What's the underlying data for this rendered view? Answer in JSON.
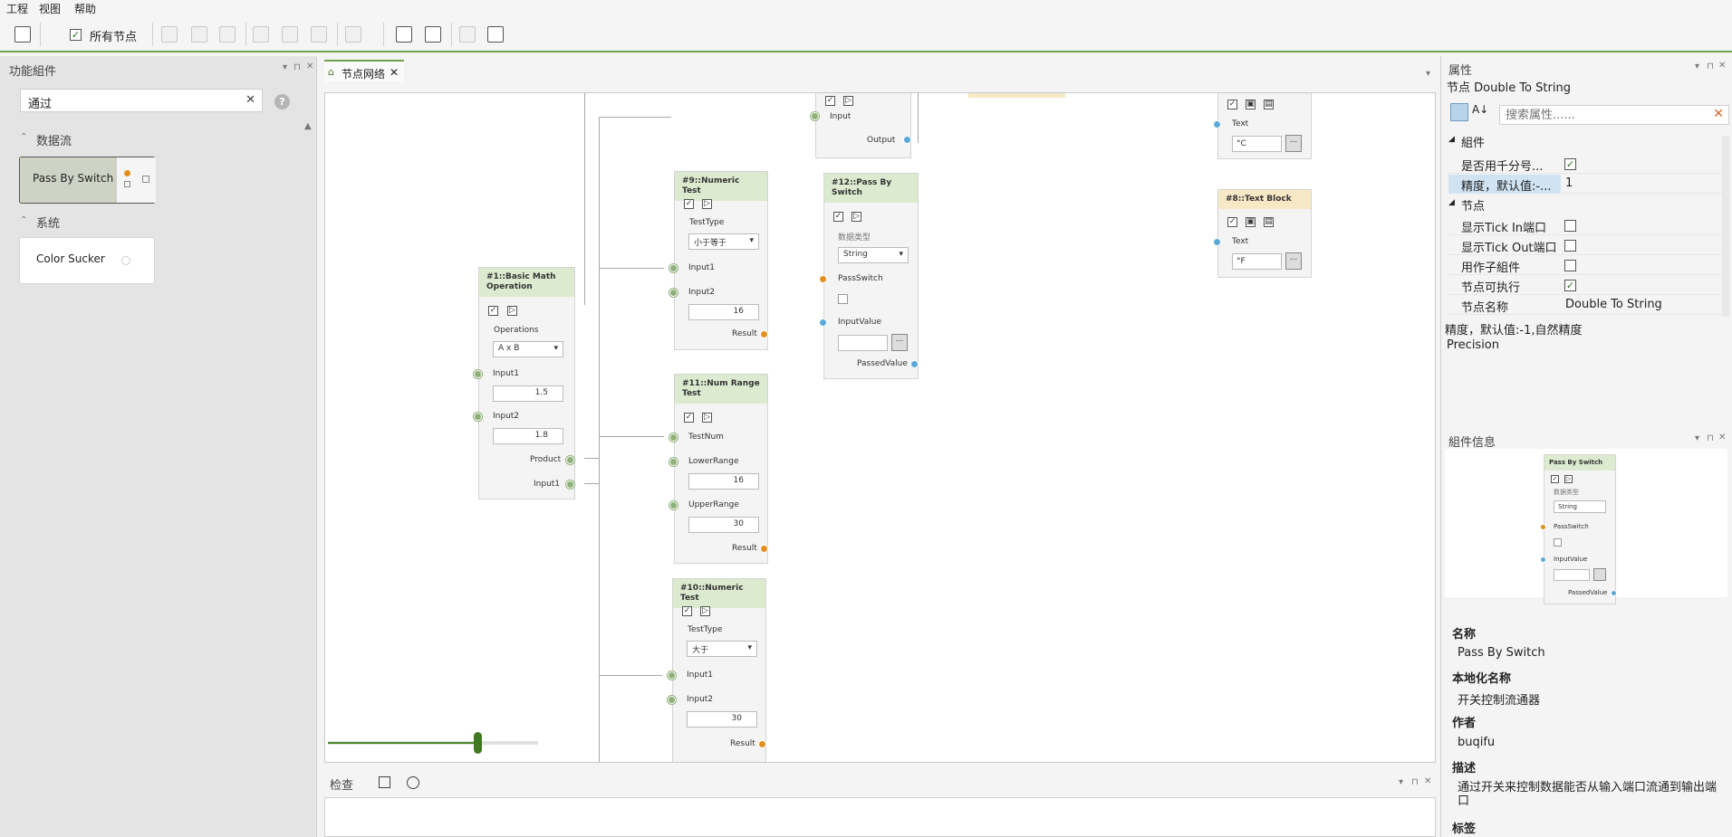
{
  "menubar": {
    "items": [
      "工程",
      "视图",
      "帮助"
    ]
  },
  "toolbar": {
    "all_nodes_label": "所有节点"
  },
  "left_panel": {
    "title": "功能組件",
    "search_value": "通过",
    "categories": [
      {
        "label": "数据流",
        "items": [
          "Pass By Switch"
        ]
      },
      {
        "label": "系统",
        "items": [
          "Color Sucker"
        ]
      }
    ]
  },
  "tab": {
    "label": "节点网络",
    "close": "✕"
  },
  "nodes": {
    "n_top": {
      "input": "Input",
      "output": "Output"
    },
    "n1": {
      "title": "#1::Basic Math Operation",
      "operations": "Operations",
      "op_value": "A x B",
      "input1": "Input1",
      "input1_val": "1.5",
      "input2": "Input2",
      "input2_val": "1.8",
      "product": "Product",
      "input1_out": "Input1"
    },
    "n9": {
      "title": "#9::Numeric Test",
      "testtype": "TestType",
      "type_value": "小于等于",
      "input1": "Input1",
      "input2": "Input2",
      "input2_val": "16",
      "result": "Result"
    },
    "n11": {
      "title": "#11::Num Range Test",
      "testnum": "TestNum",
      "lower": "LowerRange",
      "lower_val": "16",
      "upper": "UpperRange",
      "upper_val": "30",
      "result": "Result"
    },
    "n10": {
      "title": "#10::Numeric Test",
      "testtype": "TestType",
      "type_value": "大于",
      "input1": "Input1",
      "input2": "Input2",
      "input2_val": "30",
      "result": "Result"
    },
    "n12": {
      "title": "#12::Pass By Switch",
      "datatype": "数据类型",
      "type_value": "String",
      "passswitch": "PassSwitch",
      "inputvalue": "InputValue",
      "passed": "PassedValue",
      "dots": "..."
    },
    "n_text_c": {
      "text": "Text",
      "value": "°C",
      "dots": "..."
    },
    "n8": {
      "title": "#8::Text Block",
      "text": "Text",
      "value": "°F",
      "dots": "..."
    }
  },
  "inspect": {
    "title": "检查"
  },
  "properties": {
    "title": "属性",
    "node_label": "节点 Double To String",
    "search_placeholder": "搜索属性......",
    "groups": [
      {
        "label": "組件",
        "rows": [
          {
            "name": "是否用千分号...",
            "value": "checked"
          },
          {
            "name": "精度，默认值:-...",
            "value": "1"
          }
        ]
      },
      {
        "label": "节点",
        "rows": [
          {
            "name": "显示Tick In端口",
            "value": "unchecked"
          },
          {
            "name": "显示Tick Out端口",
            "value": "unchecked"
          },
          {
            "name": "用作子組件",
            "value": "unchecked"
          },
          {
            "name": "节点可执行",
            "value": "checked"
          },
          {
            "name": "节点名称",
            "value": "Double To String"
          }
        ]
      }
    ],
    "desc_line1": "精度，默认值:-1,自然精度",
    "desc_line2": "Precision"
  },
  "info": {
    "title": "組件信息",
    "preview": {
      "title": "Pass By Switch",
      "datatype": "数据类型",
      "type_value": "String",
      "passswitch": "PassSwitch",
      "inputvalue": "InputValue",
      "passed": "PassedValue"
    },
    "name_h": "名称",
    "name_v": "Pass By Switch",
    "local_h": "本地化名称",
    "local_v": "开关控制流通器",
    "author_h": "作者",
    "author_v": "buqifu",
    "desc_h": "描述",
    "desc_v": "通过开关来控制数据能否从输入端口流通到输出端口",
    "tags_h": "标签"
  },
  "colors": {
    "accent": "#6fa24c",
    "node_header": "#dcebd0",
    "port_orange": "#e09020",
    "port_blue": "#5aaad8"
  }
}
